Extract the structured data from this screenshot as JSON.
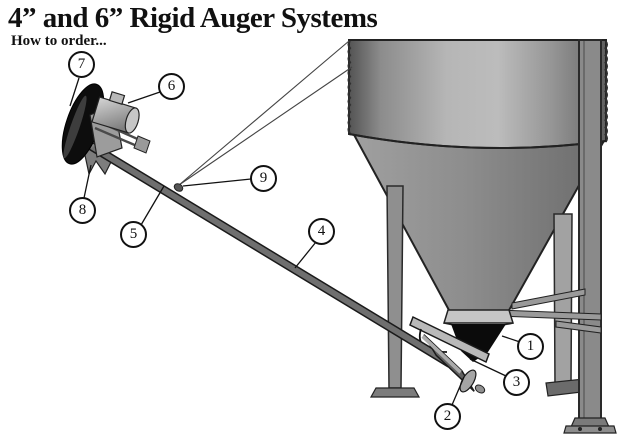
{
  "header": {
    "title": "4” and 6” Rigid Auger Systems",
    "subtitle": "How to order..."
  },
  "diagram": {
    "description": "Exploded view of a hopper bin with rigid auger, numbered part callouts",
    "callouts": [
      {
        "number": "1"
      },
      {
        "number": "2"
      },
      {
        "number": "3"
      },
      {
        "number": "4"
      },
      {
        "number": "5"
      },
      {
        "number": "6"
      },
      {
        "number": "7"
      },
      {
        "number": "8"
      },
      {
        "number": "9"
      }
    ],
    "palette": {
      "background": "#ffffff",
      "outline": "#1a1a1a",
      "metal_light": "#d9d9d9",
      "metal_mid": "#9a9a9a",
      "metal_dark": "#5f5f5f",
      "black_component": "#0d0d0d"
    }
  }
}
